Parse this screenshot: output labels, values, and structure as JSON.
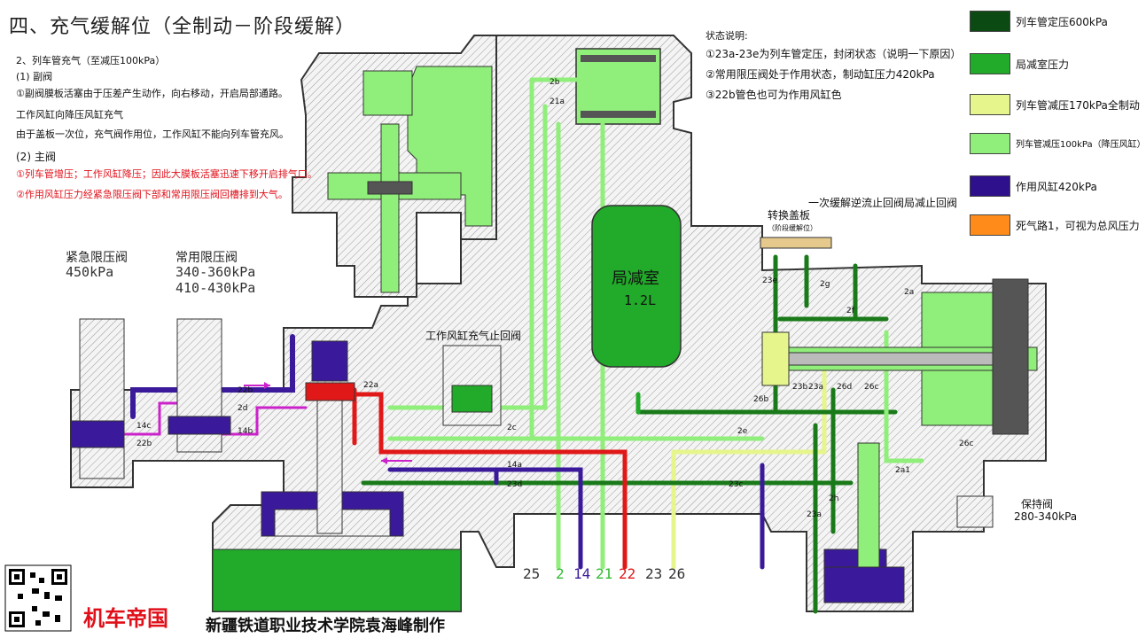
{
  "title": "四、充气缓解位（全制动－阶段缓解）",
  "notes": {
    "line1": "2、列车管充气（至减压100kPa）",
    "line2": "(1) 副阀",
    "line3": "①副阀膜板活塞由于压差产生动作，向右移动，开启局部通路。",
    "line4": "工作风缸向降压风缸充气",
    "line5": "由于盖板一次位，充气阀作用位，工作风缸不能向列车管充风。",
    "line6": "(2) 主阀",
    "line7": "①列车管增压；工作风缸降压；因此大膜板活塞迅速下移开启排气口。",
    "line8": "②作用风缸压力经紧急限压阀下部和常用限压阀回槽排到大气。"
  },
  "status": {
    "heading": "状态说明:",
    "s1": "①23a-23e为列车管定压，封闭状态（说明一下原因）",
    "s2": "②常用限压阀处于作用状态，制动缸压力420kPa",
    "s3": "③22b管色也可为作用风缸色"
  },
  "legend": [
    {
      "color": "#0b4a12",
      "text": "列车管定压600kPa"
    },
    {
      "color": "#22aa2a",
      "text": "局减室压力"
    },
    {
      "color": "#e6f58c",
      "text": "列车管减压170kPa全制动"
    },
    {
      "color": "#90ee7a",
      "text": "列车管减压100kPa（降压风缸）"
    },
    {
      "color": "#2e0f8c",
      "text": "作用风缸420kPa"
    },
    {
      "color": "#ff8c1a",
      "text": "死气路1，可视为总风压力"
    }
  ],
  "valves": {
    "emergency": {
      "label": "紧急限压阀",
      "value": "450kPa"
    },
    "service": {
      "label": "常用限压阀",
      "value1": "340-360kPa",
      "value2": "410-430kPa"
    },
    "work_check": "工作风缸充气止回阀",
    "chamber": {
      "label": "局减室",
      "value": "1.2L"
    },
    "switch_cover": {
      "label": "转换盖板",
      "sub": "（阶段缓解位）"
    },
    "once_release": "一次缓解逆流止回阀",
    "local_check": "局减止回阀",
    "hold": {
      "label": "保持阀",
      "value": "280-340kPa"
    }
  },
  "passages": [
    "2b",
    "21a",
    "22b",
    "22a",
    "2d",
    "14c",
    "14b",
    "22b",
    "2c",
    "14a",
    "23d",
    "23c",
    "2e",
    "23e",
    "2g",
    "2f",
    "2a",
    "23b",
    "23a",
    "26d",
    "26c",
    "26b",
    "26c",
    "2a1",
    "2h",
    "23a"
  ],
  "pipe_numbers": [
    {
      "num": "25",
      "color": "#333333"
    },
    {
      "num": "2",
      "color": "#33bb33"
    },
    {
      "num": "14",
      "color": "#3a1a9a"
    },
    {
      "num": "21",
      "color": "#33bb33"
    },
    {
      "num": "22",
      "color": "#e01818"
    },
    {
      "num": "23",
      "color": "#333333"
    },
    {
      "num": "26",
      "color": "#333333"
    }
  ],
  "brand": "机车帝国",
  "maker": "新疆铁道职业技术学院袁海峰制作"
}
